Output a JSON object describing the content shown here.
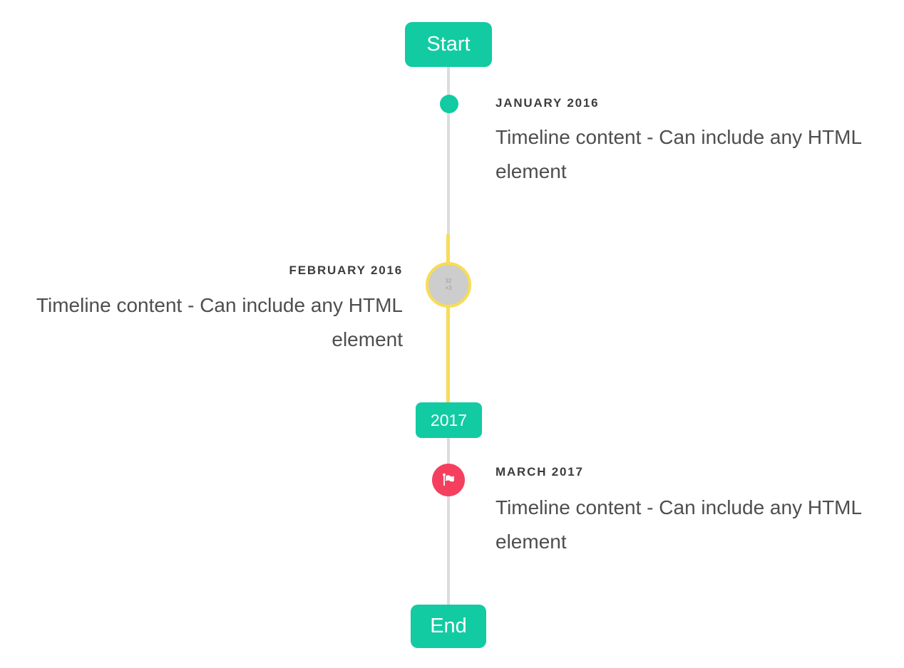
{
  "colors": {
    "accent_teal": "#12cba2",
    "highlight_yellow": "#f8dc55",
    "flag_red": "#f4405e",
    "line_gray": "#dcdcdc",
    "placeholder_gray": "#cdcdcd",
    "placeholder_text": "#9b9b9b",
    "label_dark": "#3c3c3c",
    "content_gray": "#4e4e4e",
    "badge_text": "#ffffff"
  },
  "timeline": {
    "start_badge": "Start",
    "year_badge": "2017",
    "end_badge": "End",
    "items": [
      {
        "date": "JANUARY 2016",
        "content": "Timeline content - Can include any HTML element",
        "side": "right",
        "marker": "dot"
      },
      {
        "date": "FEBRUARY 2016",
        "content": "Timeline content - Can include any HTML element",
        "side": "left",
        "marker": "image-placeholder",
        "placeholder_text": "32 ×3"
      },
      {
        "date": "MARCH 2017",
        "content": "Timeline content - Can include any HTML element",
        "side": "right",
        "marker": "flag"
      }
    ]
  }
}
